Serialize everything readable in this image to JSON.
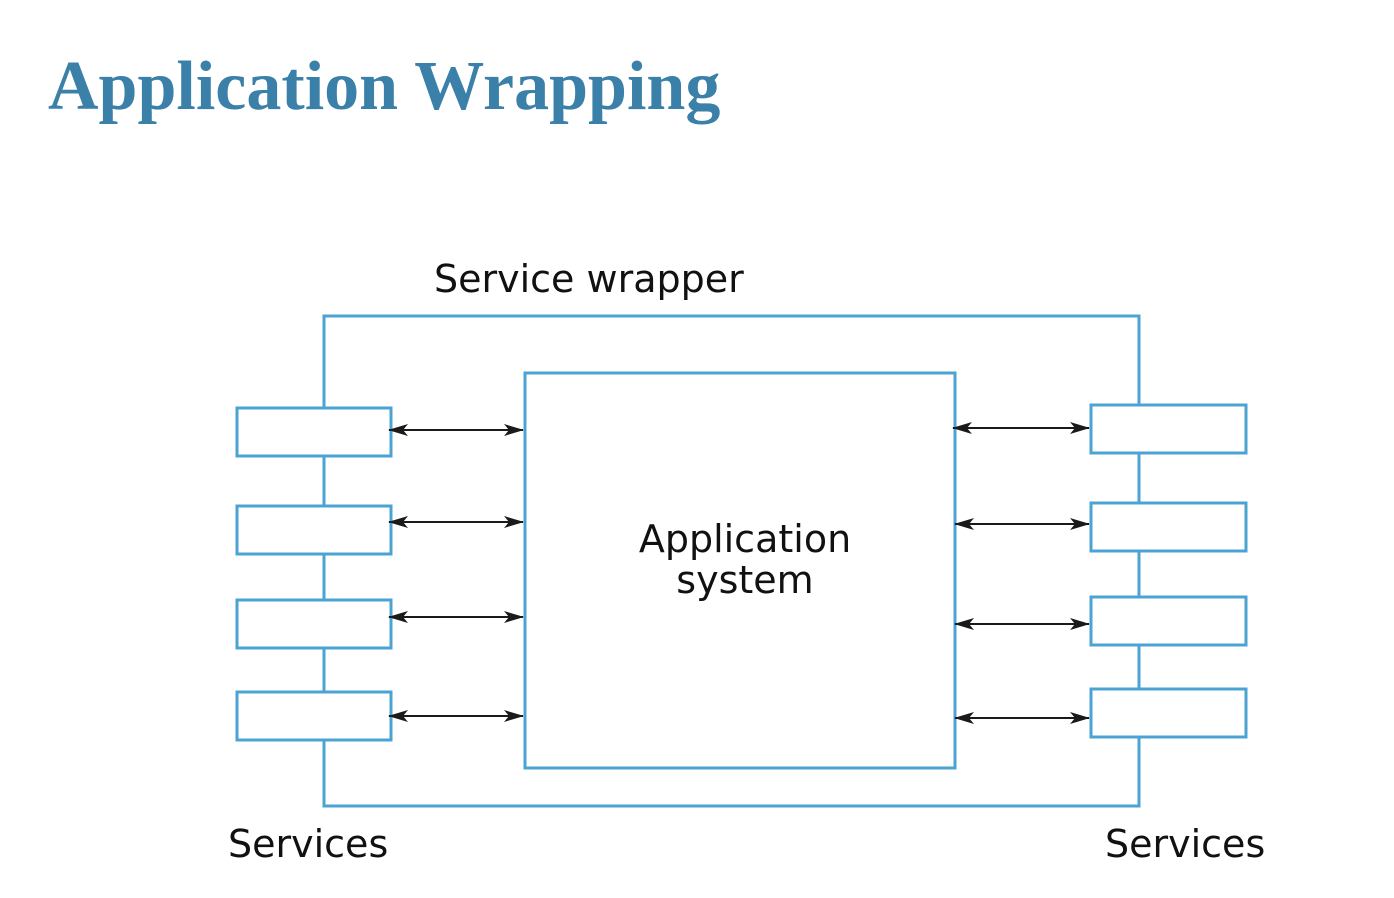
{
  "title": "Application Wrapping",
  "diagram": {
    "wrapper_label": "Service wrapper",
    "core_label_line1": "Application",
    "core_label_line2": "system",
    "services_left_label": "Services",
    "services_right_label": "Services"
  },
  "colors": {
    "title": "#3a80a8",
    "box_stroke": "#4ba3d3",
    "arrow": "#1a1a1a",
    "text": "#111111"
  }
}
